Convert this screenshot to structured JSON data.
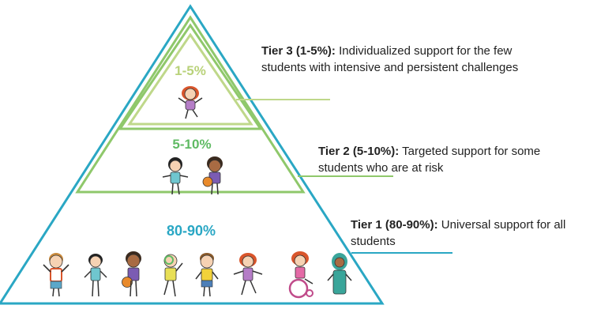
{
  "colors": {
    "outer_outline": "#2aa7c4",
    "middle_outline": "#8fc86b",
    "inner_outline": "#bfd88a",
    "pct_tier3": "#b9d27a",
    "pct_tier2": "#5fba63",
    "pct_tier1": "#2aa7c4",
    "text": "#222222"
  },
  "pyramid": {
    "tier3_pct": "1-5%",
    "tier2_pct": "5-10%",
    "tier1_pct": "80-90%"
  },
  "labels": {
    "tier3_title": "Tier 3 (1-5%):",
    "tier3_text": " Individualized support for the few students with intensive and persistent challenges",
    "tier2_title": "Tier 2 (5-10%):",
    "tier2_text": " Targeted support for some students who are at risk",
    "tier1_title": "Tier 1 (80-90%):",
    "tier1_text": " Universal support for all students"
  },
  "figures": {
    "tier3": [
      "girl-red-hair"
    ],
    "tier2": [
      "girl-black-hair",
      "boy-basketball"
    ],
    "tier1": [
      "boy-flexing",
      "girl-ponytail",
      "boy-basketball",
      "kid-magnifier",
      "boy-yellow-shirt",
      "girl-red-hair",
      "girl-wheelchair",
      "girl-hijab"
    ]
  }
}
